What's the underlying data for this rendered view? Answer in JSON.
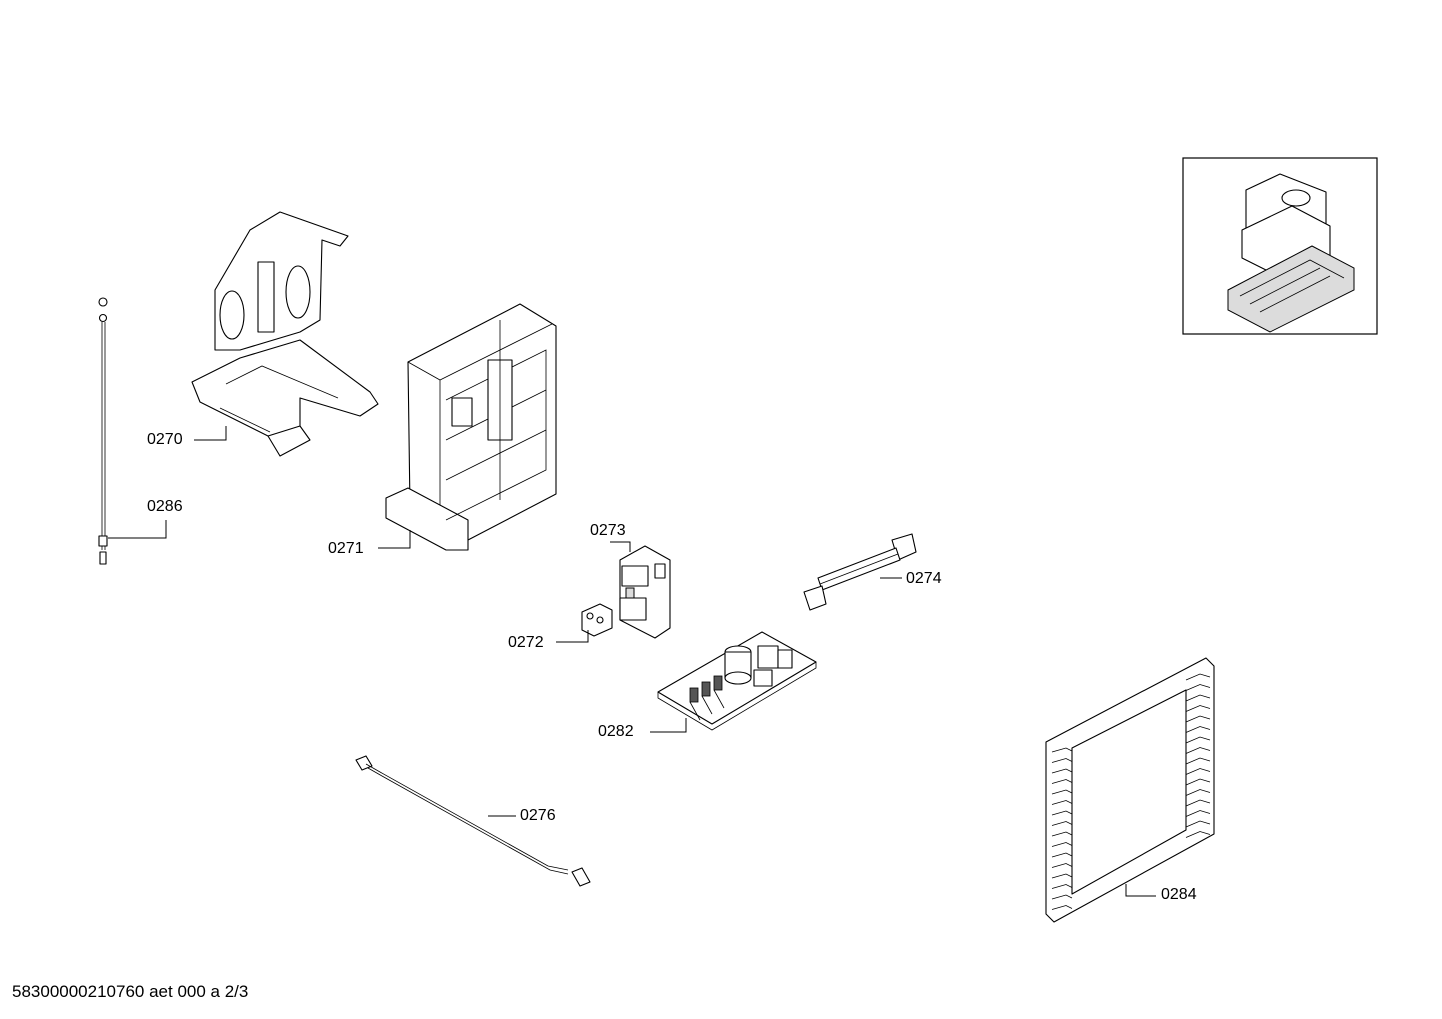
{
  "parts": [
    {
      "id": "part-0270",
      "label": "0270"
    },
    {
      "id": "part-0286",
      "label": "0286"
    },
    {
      "id": "part-0271",
      "label": "0271"
    },
    {
      "id": "part-0273",
      "label": "0273"
    },
    {
      "id": "part-0272",
      "label": "0272"
    },
    {
      "id": "part-0274",
      "label": "0274"
    },
    {
      "id": "part-0282",
      "label": "0282"
    },
    {
      "id": "part-0276",
      "label": "0276"
    },
    {
      "id": "part-0284",
      "label": "0284"
    }
  ],
  "footer": {
    "document_code": "58300000210760 aet 000 a 2/3"
  }
}
